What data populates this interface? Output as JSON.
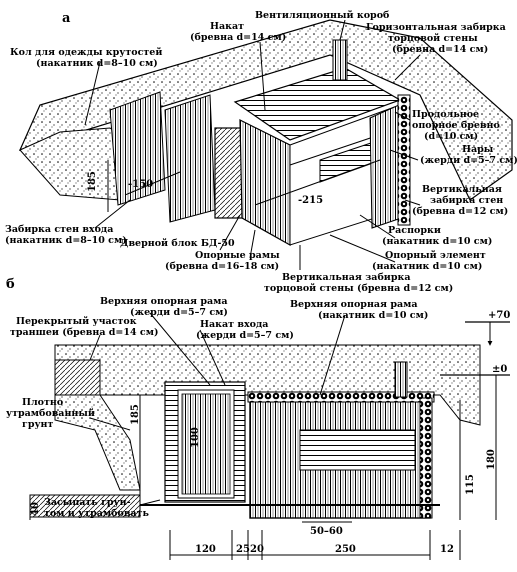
{
  "panel_a": {
    "letter": "а",
    "labels": {
      "ventbox": "Вентиляционный короб",
      "roof_1": "Накат",
      "roof_2": "(бревна d=14 см)",
      "horiz_1": "Горизонтальная забирка",
      "horiz_2": "торцовой стены",
      "horiz_3": "(бревна d=14 см)",
      "stake_1": "Кол для одежды крутостей",
      "stake_2": "(накатник d=8–10 см)",
      "longit_1": "Продольное",
      "longit_2": "опорное бревно",
      "longit_3": "(d=10 см)",
      "bunks_1": "Нары",
      "bunks_2": "(жерди d=5–7 см)",
      "vert_1": "Вертикальная",
      "vert_2": "забирка стен",
      "vert_3": "(бревна d=12 см)",
      "entry_1": "Забирка стен входа",
      "entry_2": "(накатник d=8–10 см)",
      "door": "Дверной блок БД-50",
      "struts_1": "Распорки",
      "struts_2": "(накатник d=10 см)",
      "frames_1": "Опорные рамы",
      "frames_2": "(бревна d=16–18 см)",
      "support_1": "Опорный элемент",
      "support_2": "(накатник d=10 см)",
      "endwall_1": "Вертикальная забирка",
      "endwall_2": "торцовой стены (бревна d=12 см)"
    },
    "dims": {
      "h185": "185",
      "w150": "-150",
      "w215": "-215"
    }
  },
  "panel_b": {
    "letter": "б",
    "labels": {
      "upper_frame_1": "Верхняя опорная рама",
      "upper_frame_2": "(жерди d=5–7 см)",
      "upper_frame2_1": "Верхняя опорная рама",
      "upper_frame2_2": "(накатник d=10 см)",
      "trench_1": "Перекрытый участок",
      "trench_2": "траншеи (бревна d=14 см)",
      "entry_roof_1": "Накат входа",
      "entry_roof_2": "(жерди d=5–7 см)",
      "soil_1": "Плотно",
      "soil_2": "утрамбованный",
      "soil_3": "грунт",
      "fill_1": "Засыпать грун-",
      "fill_2": "том и утрамбовать"
    },
    "dims": {
      "plus70": "+70",
      "plus0": "±0",
      "h185": "185",
      "h100": "100",
      "h180": "180",
      "h115": "115",
      "h40": "40",
      "w5060": "50–60",
      "w120": "120",
      "w25": "25",
      "w20": "20",
      "w250": "250",
      "w12": "12"
    }
  }
}
